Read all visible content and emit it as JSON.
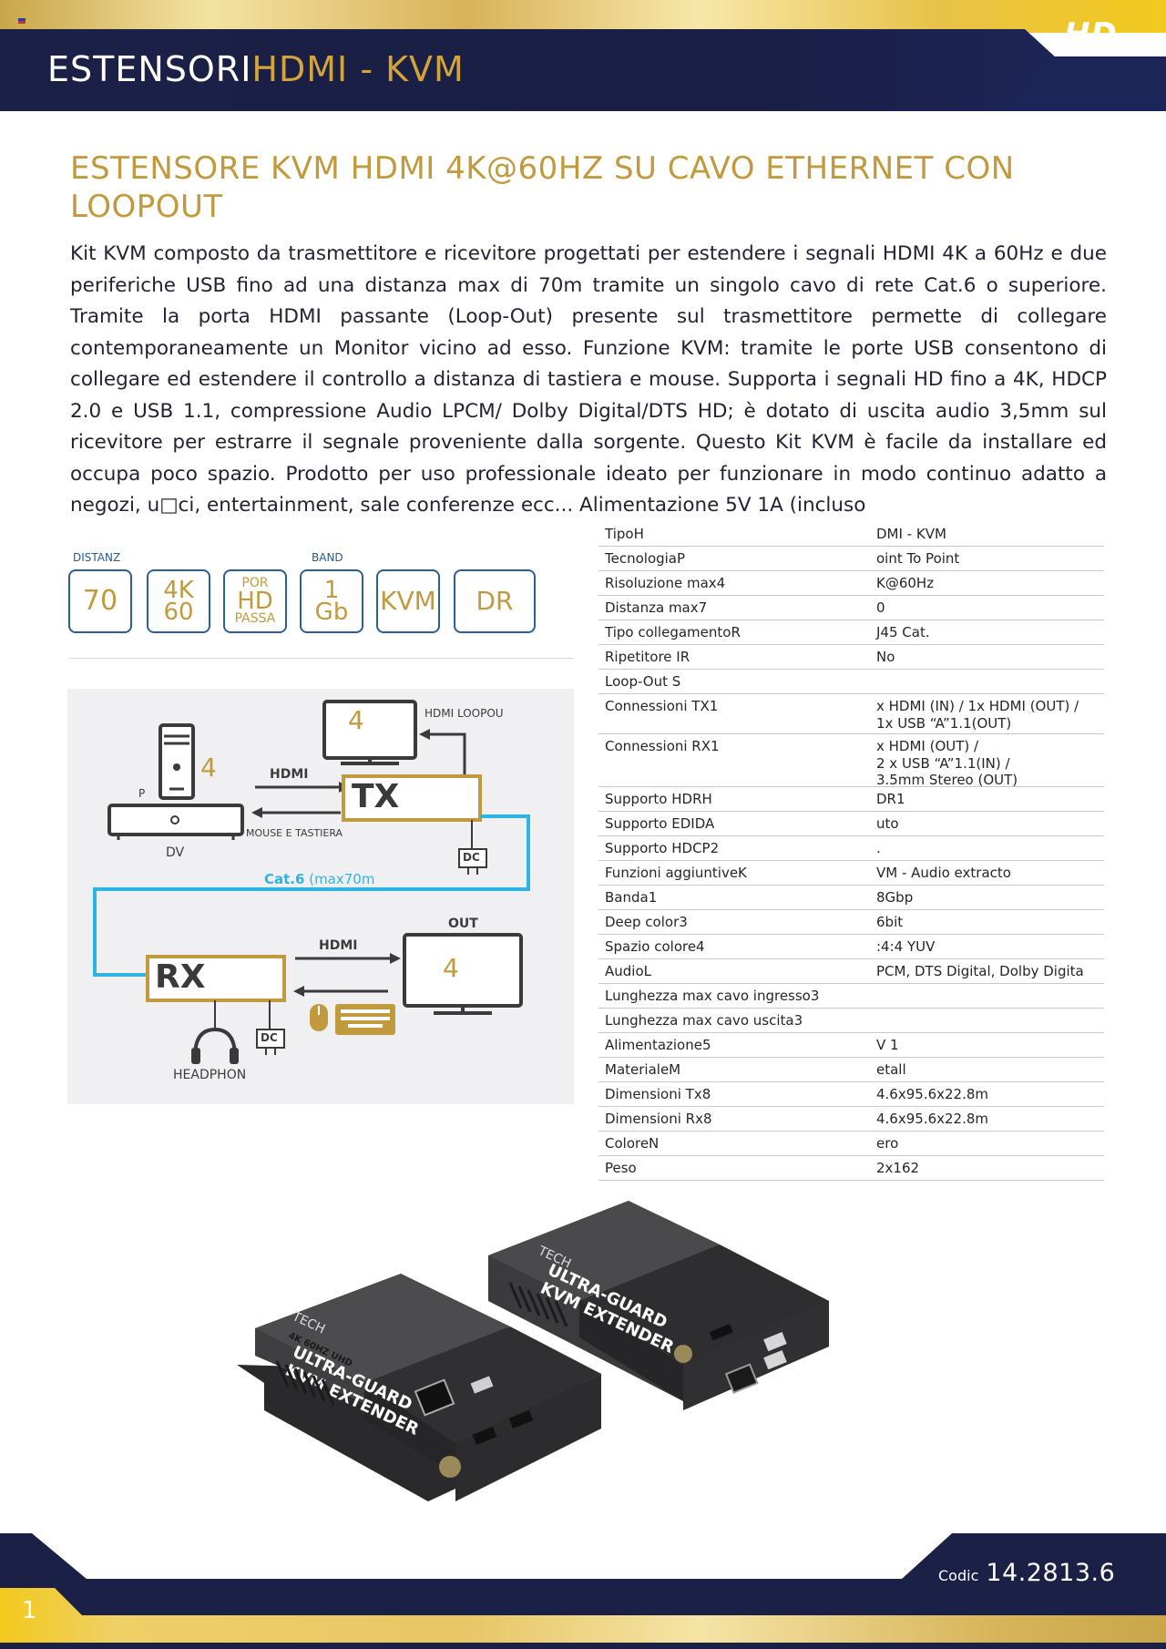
{
  "header": {
    "title_white": "ESTENSORI",
    "title_gold": "HDMI - KVM",
    "logo": "HD"
  },
  "product": {
    "title": "ESTENSORE KVM HDMI 4K@60HZ SU CAVO ETHERNET CON LOOPOUT",
    "description": "Kit KVM composto da trasmettitore e ricevitore progettati per estendere i segnali HDMI 4K a 60Hz e due periferiche USB fino ad una distanza max di 70m tramite un singolo cavo di rete Cat.6 o superiore. Tramite la porta HDMI passante (Loop-Out) presente sul trasmettitore permette di collegare contemporaneamente un Monitor vicino ad esso. Funzione KVM: tramite le porte USB consentono di collegare ed estendere il controllo a distanza di tastiera e mouse. Supporta i segnali HD fino a 4K, HDCP 2.0 e USB 1.1, compressione Audio LPCM/ Dolby Digital/DTS HD; è dotato di uscita audio 3,5mm sul ricevitore per estrarre il segnale proveniente dalla sorgente. Questo Kit KVM è facile da installare ed occupa poco spazio. Prodotto per uso professionale ideato per funzionare in modo continuo adatto a negozi, u□ci, entertainment, sale conferenze ecc... Alimentazione 5V 1A (incluso"
  },
  "badges": {
    "label_distance": "DISTANZ",
    "label_band": "BAND",
    "distance": "70",
    "res_top": "4K",
    "res_bottom": "60",
    "hd_top": "POR",
    "hd_mid": "HD",
    "hd_bottom": "PASSA",
    "band_top": "1",
    "band_bottom": "Gb",
    "kvm": "KVM",
    "dr": "DR"
  },
  "diagram": {
    "hdmi_loopout": "HDMI LOOPOU",
    "tx": "TX",
    "rx": "RX",
    "hdmi_top": "HDMI",
    "hdmi_bottom": "HDMI",
    "mouse_keyboard": "MOUSE E TASTIERA",
    "dc_top": "DC",
    "dc_bottom": "DC",
    "cat6": "Cat.6",
    "cat6_max": "(max70m",
    "out": "OUT",
    "headphone": "HEADPHON",
    "p_label": "P",
    "dv_label": "DV",
    "num_monitor_top": "4",
    "num_pc": "4",
    "num_monitor_bottom": "4"
  },
  "specs": [
    {
      "k": "TipoH",
      "v": "DMI - KVM"
    },
    {
      "k": "TecnologiaP",
      "v": "oint To Point"
    },
    {
      "k": "Risoluzione max4",
      "v": "K@60Hz"
    },
    {
      "k": "Distanza max7",
      "v": "0"
    },
    {
      "k": "Tipo collegamentoR",
      "v": "J45  Cat."
    },
    {
      "k": "Ripetitore IR",
      "v": "No"
    },
    {
      "k": "Loop-Out S",
      "v": ""
    },
    {
      "k": "Connessioni TX1",
      "v": " x HDMI (IN) / 1x HDMI (OUT) /\n1x USB “A”1.1(OUT)"
    },
    {
      "k": "Connessioni RX1",
      "v": " x HDMI (OUT) /\n2 x USB “A”1.1(IN) /\n3.5mm Stereo (OUT)"
    },
    {
      "k": "Supporto HDRH",
      "v": "DR1"
    },
    {
      "k": "Supporto EDIDA",
      "v": "uto"
    },
    {
      "k": "Supporto HDCP2",
      "v": "."
    },
    {
      "k": "Funzioni aggiuntiveK",
      "v": "VM - Audio extracto"
    },
    {
      "k": "Banda1",
      "v": "8Gbp"
    },
    {
      "k": "Deep color3",
      "v": "6bit"
    },
    {
      "k": "Spazio colore4",
      "v": ":4:4 YUV"
    },
    {
      "k": "AudioL",
      "v": "PCM, DTS Digital, Dolby Digita"
    },
    {
      "k": "Lunghezza max cavo ingresso3",
      "v": ""
    },
    {
      "k": "Lunghezza max cavo uscita3",
      "v": ""
    },
    {
      "k": "Alimentazione5",
      "v": "V 1"
    },
    {
      "k": "MaterialeM",
      "v": "etall"
    },
    {
      "k": "Dimensioni Tx8",
      "v": "4.6x95.6x22.8m"
    },
    {
      "k": "Dimensioni Rx8",
      "v": "4.6x95.6x22.8m"
    },
    {
      "k": "ColoreN",
      "v": "ero"
    },
    {
      "k": "Peso",
      "v": "2x162"
    }
  ],
  "device": {
    "brand": "TECH",
    "badge": "4K 60HZ UHD",
    "line1": "ULTRA-GUARD",
    "line2": "KVM EXTENDER"
  },
  "footer": {
    "page_number": "1",
    "code_label": "Codic",
    "code_value": "14.2813.6"
  },
  "colors": {
    "navy": "#1b2046",
    "gold": "#c19a3d",
    "accent_blue": "#2b5e93",
    "cable_blue": "#2fb4e1"
  }
}
